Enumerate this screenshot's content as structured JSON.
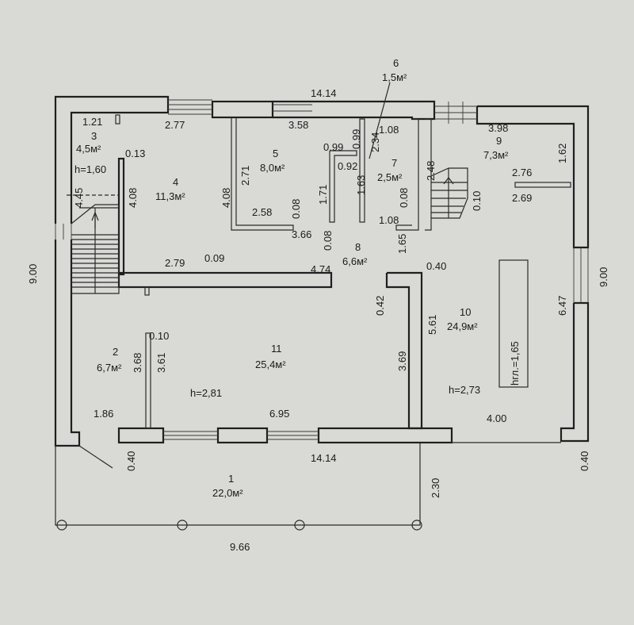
{
  "plan": {
    "overall_dims": {
      "width_top": "14.14",
      "width_bottom": "14.14",
      "height_left": "9.00",
      "height_right": "9.00",
      "terrace_length": "9.66",
      "terrace_depth": "2.30",
      "wall_left": "0.40",
      "wall_right": "0.40"
    },
    "rooms": [
      {
        "num": "1",
        "area": "22,0м²"
      },
      {
        "num": "2",
        "area": "6,7м²"
      },
      {
        "num": "3",
        "area": "4,5м²",
        "height": "h=1,60"
      },
      {
        "num": "4",
        "area": "11,3м²"
      },
      {
        "num": "5",
        "area": "8,0м²"
      },
      {
        "num": "6",
        "area": "1,5м²"
      },
      {
        "num": "7",
        "area": "2,5м²"
      },
      {
        "num": "8",
        "area": "6,6м²"
      },
      {
        "num": "9",
        "area": "7,3м²"
      },
      {
        "num": "10",
        "area": "24,9м²"
      },
      {
        "num": "11",
        "area": "25,4м²"
      }
    ],
    "heights": {
      "room11": "h=2,81",
      "room10": "h=2,73",
      "pit": "hгл.=1,65"
    },
    "dims": {
      "d121": "1.21",
      "d277": "2.77",
      "d013": "0.13",
      "d445": "4.45",
      "d408a": "4.08",
      "d358": "3.58",
      "d271": "2.71",
      "d408b": "4.08",
      "d258": "2.58",
      "d008a": "0.08",
      "d366": "3.66",
      "d099a": "0.99",
      "d099b": "0.99",
      "d092": "0.92",
      "d171": "1.71",
      "d163": "1.63",
      "d234": "2.34",
      "d108a": "1.08",
      "d108b": "1.08",
      "d008b": "0.08",
      "d008c": "0.08",
      "d165": "1.65",
      "d248": "2.48",
      "d010": "0.10",
      "d398": "3.98",
      "d162": "1.62",
      "d276": "2.76",
      "d269": "2.69",
      "d279": "2.79",
      "d009": "0.09",
      "d474": "4.74",
      "d040m": "0.40",
      "d042": "0.42",
      "d561": "5.61",
      "d647": "6.47",
      "d369": "3.69",
      "d010b": "0.10",
      "d368": "3.68",
      "d361": "3.61",
      "d186": "1.86",
      "d695": "6.95",
      "d400": "4.00"
    }
  }
}
